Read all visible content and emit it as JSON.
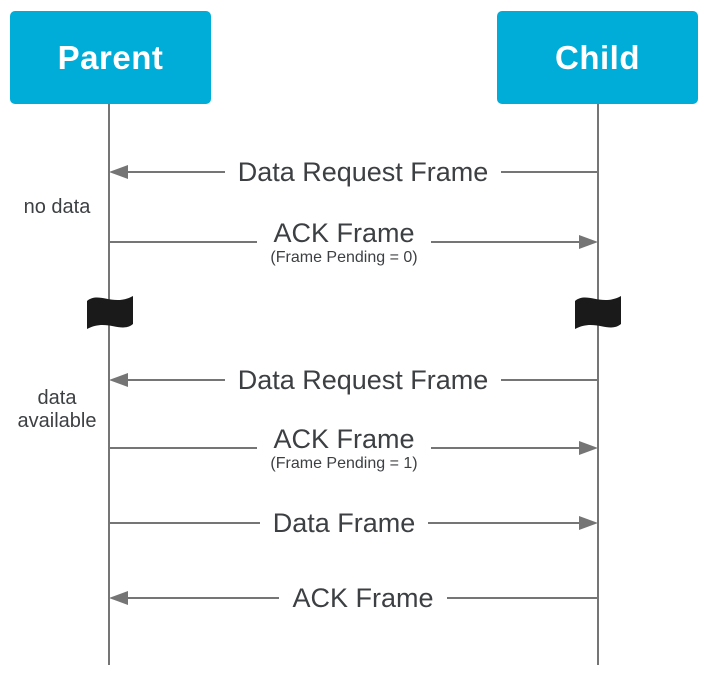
{
  "diagram": {
    "actors": [
      {
        "name": "Parent"
      },
      {
        "name": "Child"
      }
    ],
    "annotations": [
      {
        "text": "no data"
      },
      {
        "text": "data available"
      }
    ],
    "time_breaks": [
      {
        "icon": "black-flag",
        "on": "Parent"
      },
      {
        "icon": "black-flag",
        "on": "Child"
      }
    ],
    "messages": [
      {
        "label": "Data Request Frame",
        "sub": "",
        "direction": "left",
        "from": "Child",
        "to": "Parent"
      },
      {
        "label": "ACK Frame",
        "sub": "(Frame Pending = 0)",
        "direction": "right",
        "from": "Parent",
        "to": "Child"
      },
      {
        "label": "Data Request Frame",
        "sub": "",
        "direction": "left",
        "from": "Child",
        "to": "Parent"
      },
      {
        "label": "ACK Frame",
        "sub": "(Frame Pending = 1)",
        "direction": "right",
        "from": "Parent",
        "to": "Child"
      },
      {
        "label": "Data Frame",
        "sub": "",
        "direction": "right",
        "from": "Parent",
        "to": "Child"
      },
      {
        "label": "ACK Frame",
        "sub": "",
        "direction": "left",
        "from": "Child",
        "to": "Parent"
      }
    ],
    "colors": {
      "actor_bg": "#00ACD8",
      "actor_text": "#FFFFFF",
      "line": "#757575",
      "text": "#3D4043",
      "flag": "#1A1A1A",
      "background": "#FFFFFF"
    }
  }
}
